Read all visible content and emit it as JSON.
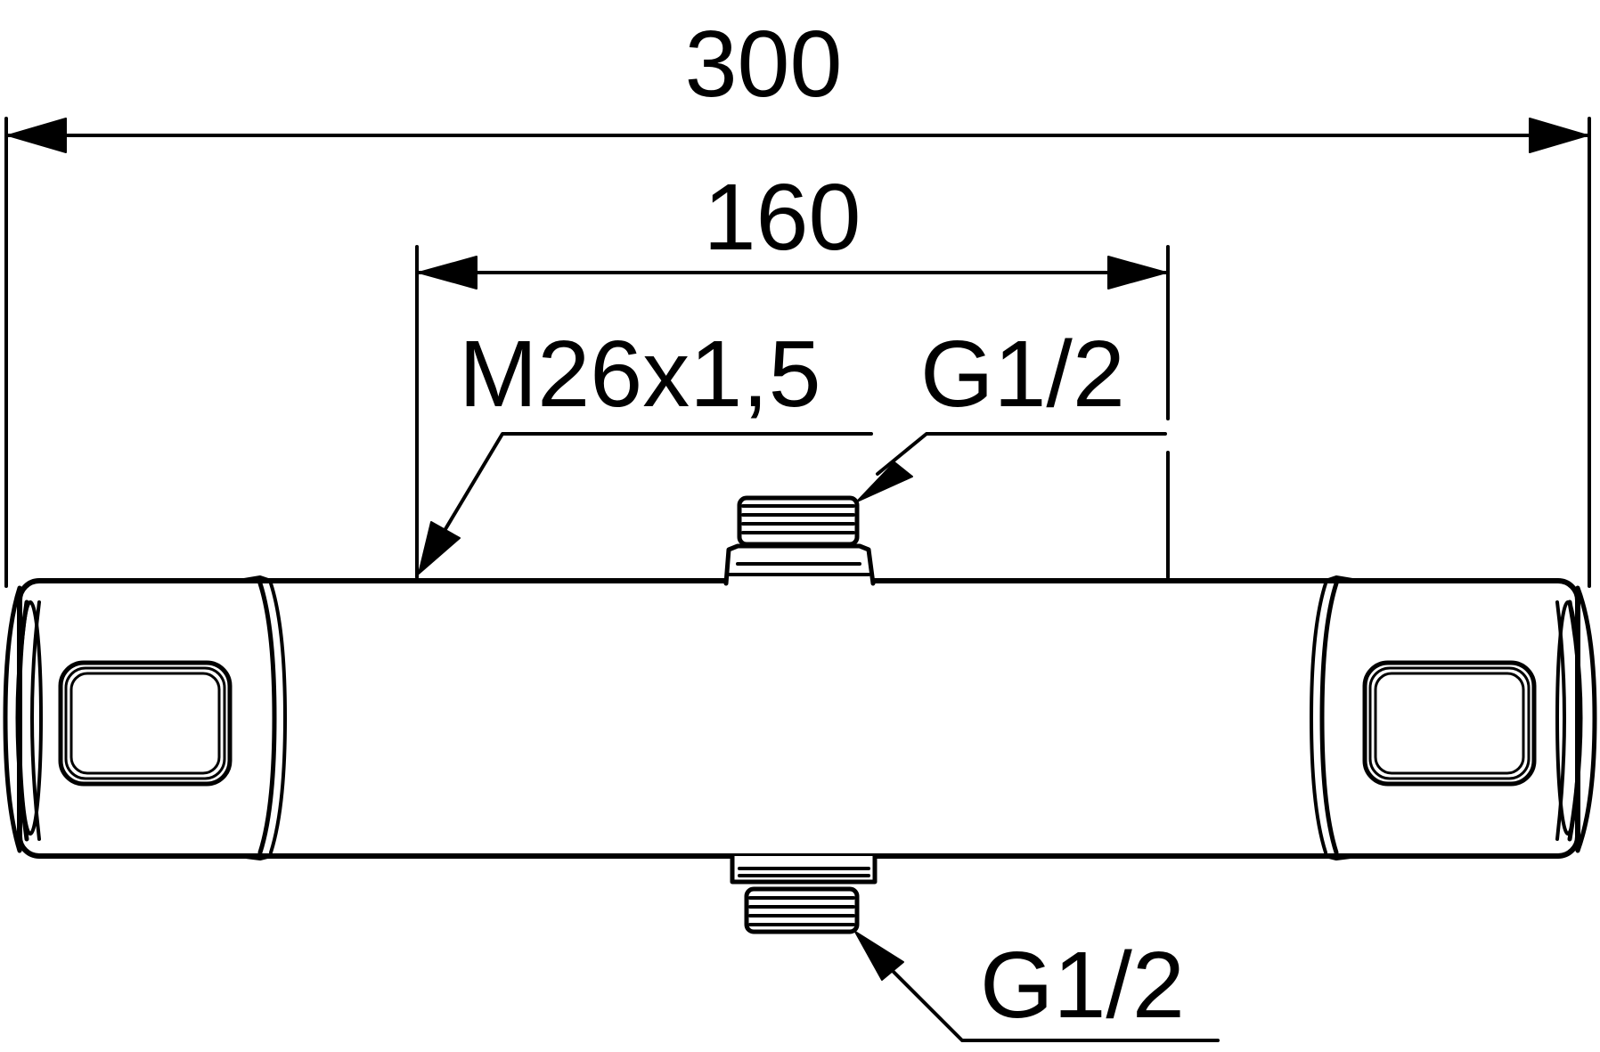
{
  "dimensions": {
    "overall_width": "300",
    "outlet_spacing": "160"
  },
  "callouts": {
    "top_left": "M26x1,5",
    "top_right": "G1/2",
    "bottom": "G1/2"
  },
  "colors": {
    "line": "#000000",
    "background": "#ffffff"
  }
}
